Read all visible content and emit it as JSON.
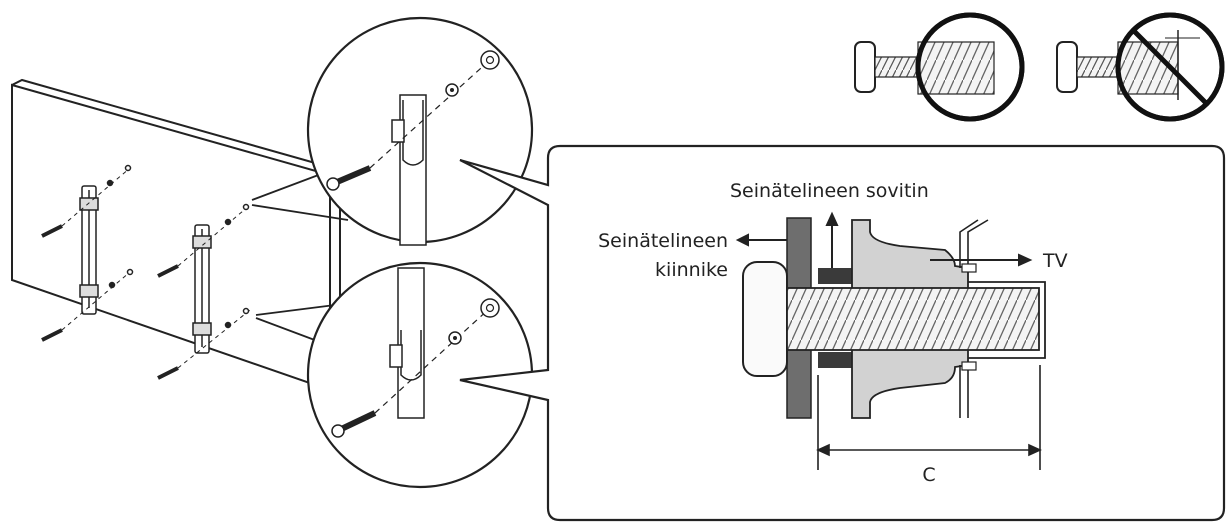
{
  "labels": {
    "adapter": "Seinätelineen sovitin",
    "bracket_line1": "Seinätelineen",
    "bracket_line2": "kiinnike",
    "tv": "TV",
    "dimension": "C"
  },
  "colors": {
    "line": "#222222",
    "bracket": "#6e6e6e",
    "spacer": "#3a3a3a",
    "adapter": "#d2d2d2",
    "screw": "#f2f2f2"
  },
  "icons": [
    "screw-icon",
    "prohibited-icon",
    "bolt-icon",
    "nut-icon",
    "washer-icon"
  ]
}
